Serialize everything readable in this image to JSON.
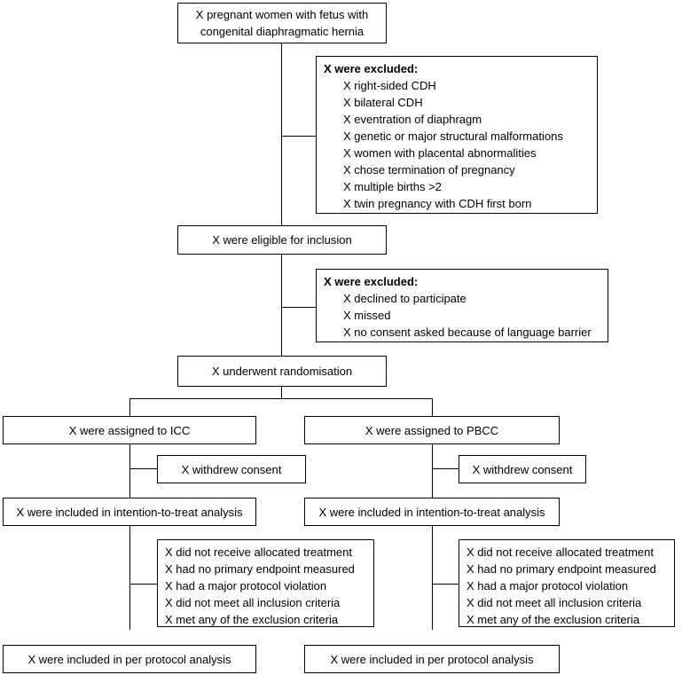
{
  "top_box": "X pregnant women with fetus with congenital diaphragmatic hernia",
  "exclusion1": {
    "heading": "X were excluded:",
    "items": [
      "X right-sided CDH",
      "X bilateral CDH",
      "X eventration of diaphragm",
      "X genetic or major structural malformations",
      "X women with placental abnormalities",
      "X chose termination of pregnancy",
      "X multiple births >2",
      "X twin pregnancy with CDH first born"
    ]
  },
  "eligible": "X were eligible for inclusion",
  "exclusion2": {
    "heading": "X were excluded:",
    "items": [
      "X declined to participate",
      "X missed",
      "X no consent asked because of language barrier"
    ]
  },
  "randomisation": "X underwent randomisation",
  "left_arm": {
    "assigned": "X were assigned to ICC",
    "withdrew": "X withdrew consent",
    "itt": "X were included in intention-to-treat analysis",
    "pp_exclusions": [
      "X did not receive allocated treatment",
      "X had no primary endpoint measured",
      "X had a major protocol violation",
      "X did not meet all inclusion criteria",
      "X met any of the exclusion criteria"
    ],
    "per_protocol": "X were included in per protocol analysis"
  },
  "right_arm": {
    "assigned": "X were assigned to PBCC",
    "withdrew": "X withdrew consent",
    "itt": "X were included in intention-to-treat analysis",
    "pp_exclusions": [
      "X did not receive allocated treatment",
      "X had no primary endpoint measured",
      "X had a major protocol violation",
      "X did not meet all inclusion criteria",
      "X met any of the exclusion criteria"
    ],
    "per_protocol": "X were included in per protocol analysis"
  }
}
